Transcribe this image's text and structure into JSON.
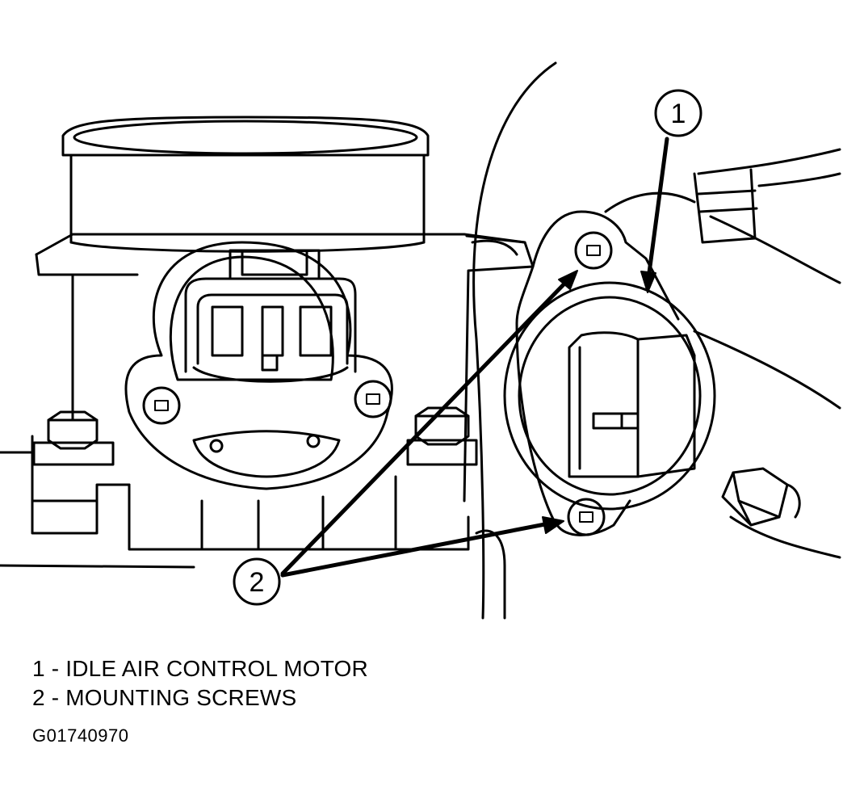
{
  "callouts": [
    {
      "number": "1",
      "label": "IDLE AIR CONTROL MOTOR"
    },
    {
      "number": "2",
      "label": "MOUNTING SCREWS"
    }
  ],
  "legend": [
    {
      "text": "1 - IDLE AIR CONTROL MOTOR"
    },
    {
      "text": "2 - MOUNTING SCREWS"
    }
  ],
  "figure_id": "G01740970",
  "colors": {
    "ink": "#000000",
    "paper": "#ffffff"
  }
}
